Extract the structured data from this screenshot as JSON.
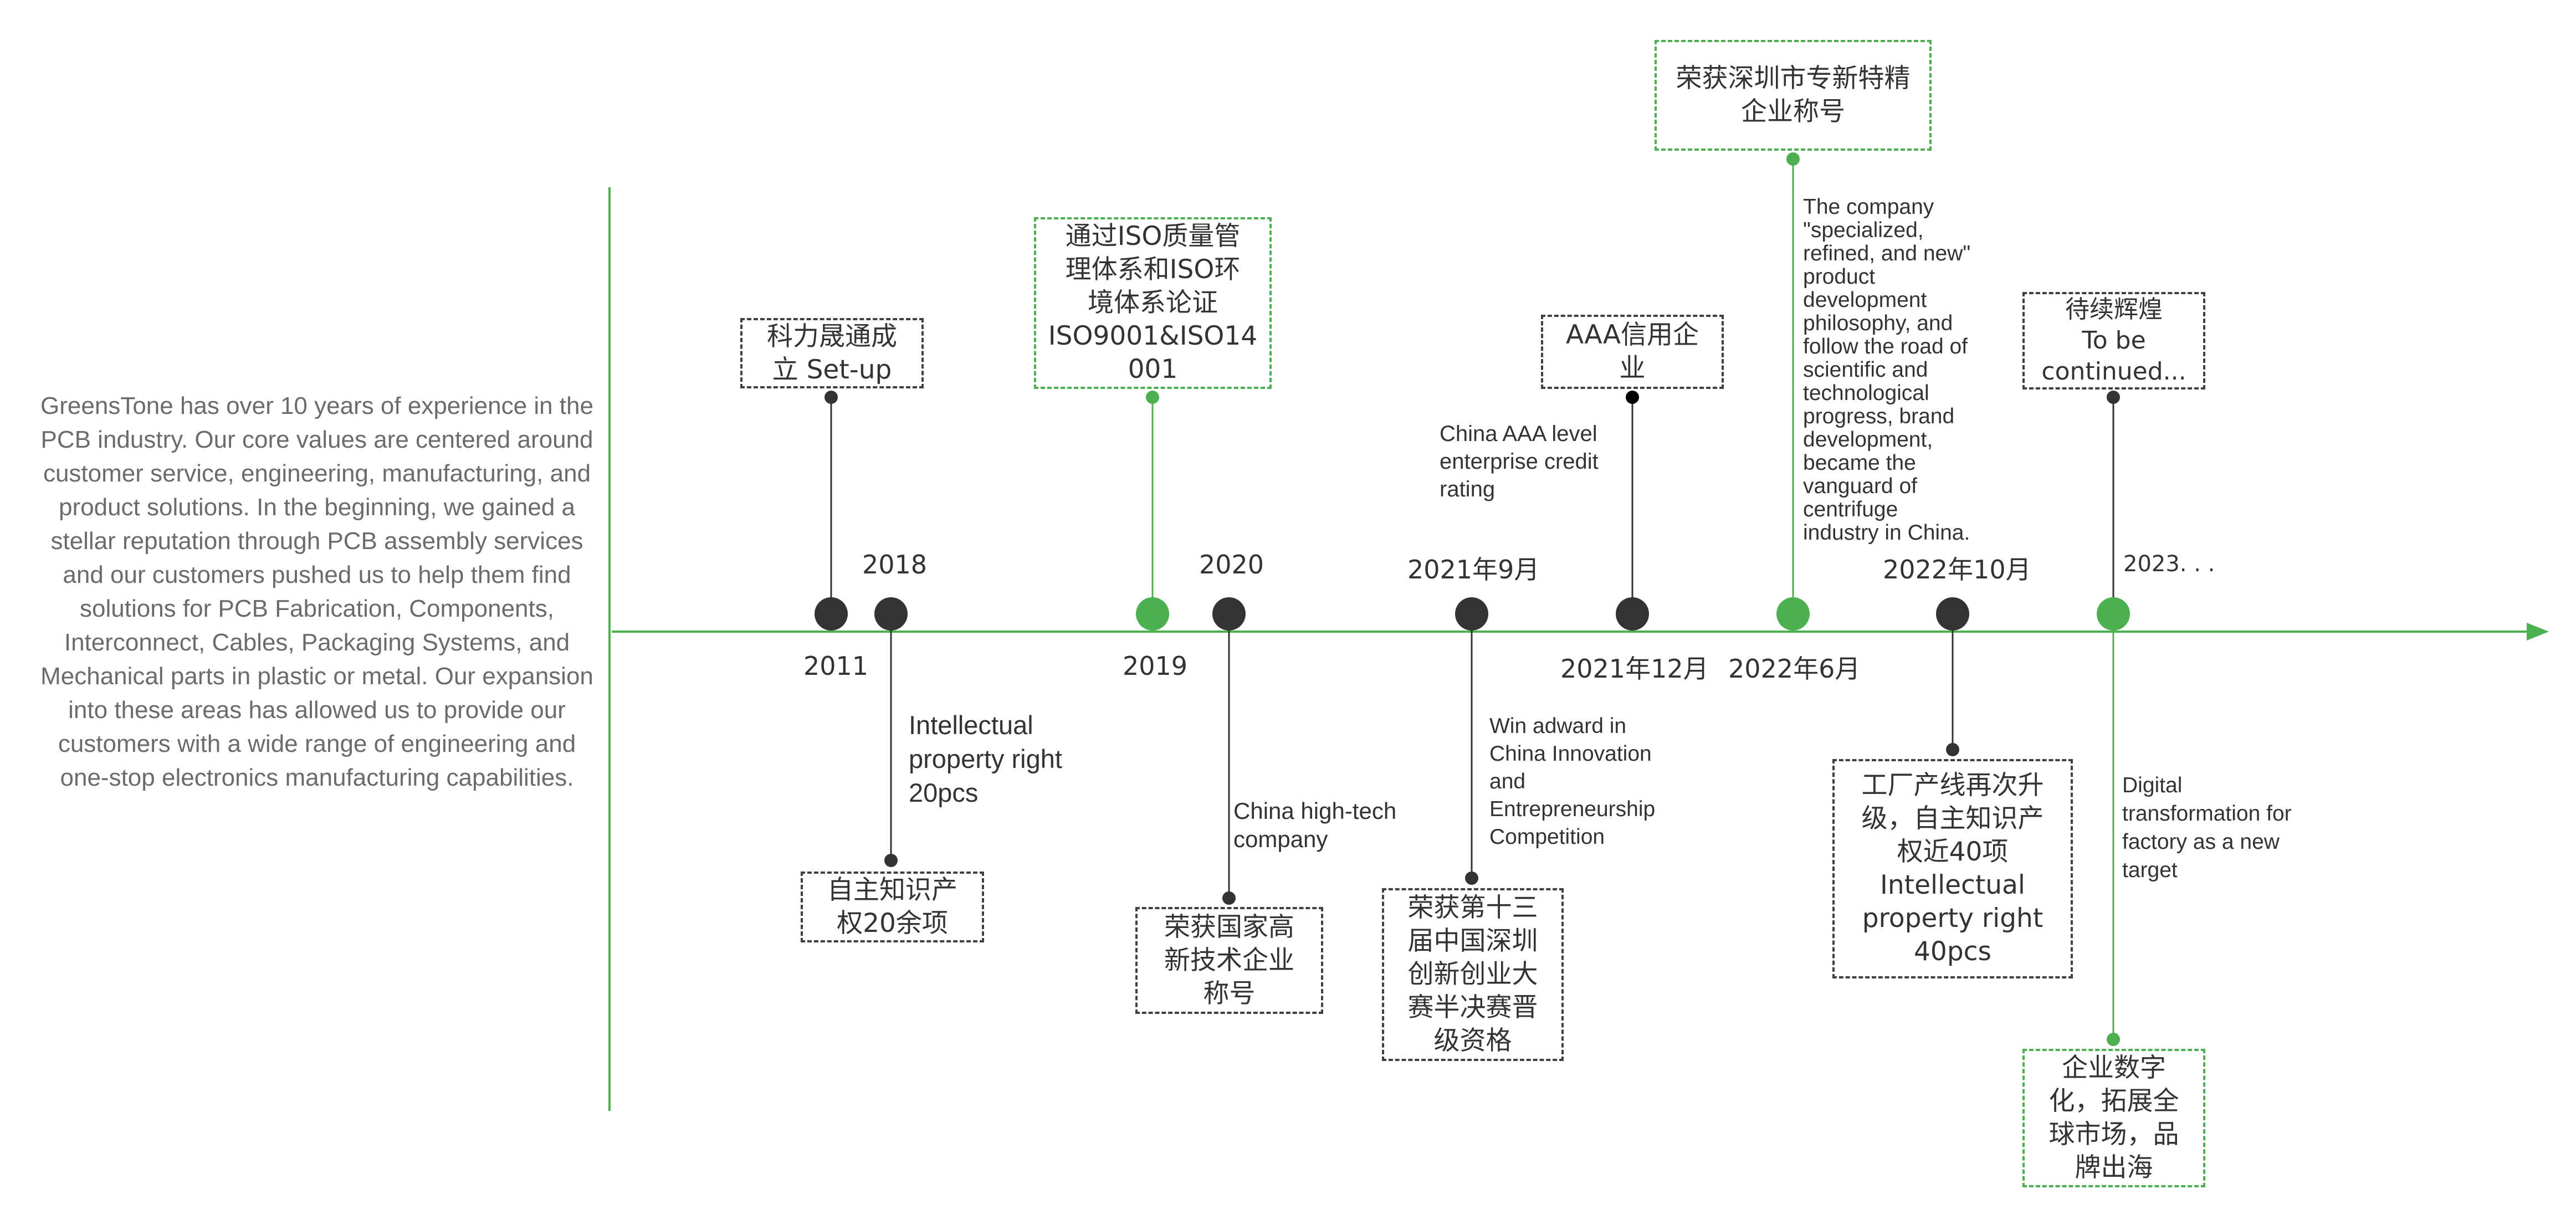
{
  "intro": "GreensTone has over 10 years of experience in the PCB industry. Our core values are centered around customer service, engineering, manufacturing, and product solutions. In the beginning, we gained a stellar reputation through PCB assembly services and our customers pushed us to help them find solutions for PCB Fabrication, Components, Interconnect, Cables, Packaging Systems, and Mechanical parts in plastic or metal. Our expansion into these areas has allowed us to provide our customers with a wide range of engineering and one-stop electronics manufacturing capabilities.",
  "colors": {
    "axis": "#4caf50",
    "dark": "#333333",
    "muted": "#6b6b6b"
  },
  "milestones": {
    "y2011": {
      "year": "2011",
      "box": [
        "科力晟通成",
        "立 Set-up"
      ]
    },
    "y2018": {
      "year": "2018",
      "note": [
        "Intellectual",
        "property right",
        "20pcs"
      ],
      "box": [
        "自主知识产",
        "权20余项"
      ]
    },
    "y2019": {
      "year": "2019",
      "box": [
        "通过ISO质量管",
        "理体系和ISO环",
        "境体系论证",
        "ISO9001&ISO14",
        "001"
      ]
    },
    "y2020": {
      "year": "2020",
      "note": [
        "China high-tech",
        "company"
      ],
      "box": [
        "荣获国家高",
        "新技术企业",
        "称号"
      ]
    },
    "y2021_9": {
      "year": "2021年9月",
      "note": [
        "Win adward in",
        "China  Innovation",
        "and",
        "Entrepreneurship",
        "Competition"
      ],
      "box": [
        "荣获第十三",
        "届中国深圳",
        "创新创业大",
        "赛半决赛晋",
        "级资格"
      ]
    },
    "y2021_12": {
      "year": "2021年12月",
      "note": [
        "China AAA level",
        "enterprise credit",
        "rating"
      ],
      "box": [
        "AAA信用企",
        "业"
      ]
    },
    "y2022_6": {
      "year": "2022年6月",
      "note": [
        "The company",
        "\"specialized,",
        "refined, and new\"",
        "product",
        "development",
        "philosophy, and",
        "follow the road of",
        "scientific and",
        "technological",
        "progress, brand",
        "development,",
        "became the",
        "vanguard of",
        "centrifuge",
        "industry in China."
      ],
      "box": [
        "荣获深圳市专新特精",
        "企业称号"
      ]
    },
    "y2022_10": {
      "year": "2022年10月",
      "box": [
        "工厂产线再次升",
        "级，自主知识产",
        "权近40项",
        "Intellectual",
        "property right",
        "40pcs"
      ]
    },
    "y2023": {
      "year": "2023. . .",
      "note": [
        "Digital",
        "transformation for",
        "factory as a new",
        "target"
      ],
      "box_top": [
        "待续辉煌",
        "To be",
        "continued..."
      ],
      "box_bottom": [
        "企业数字",
        "化，拓展全",
        "球市场，品",
        "牌出海"
      ]
    }
  }
}
